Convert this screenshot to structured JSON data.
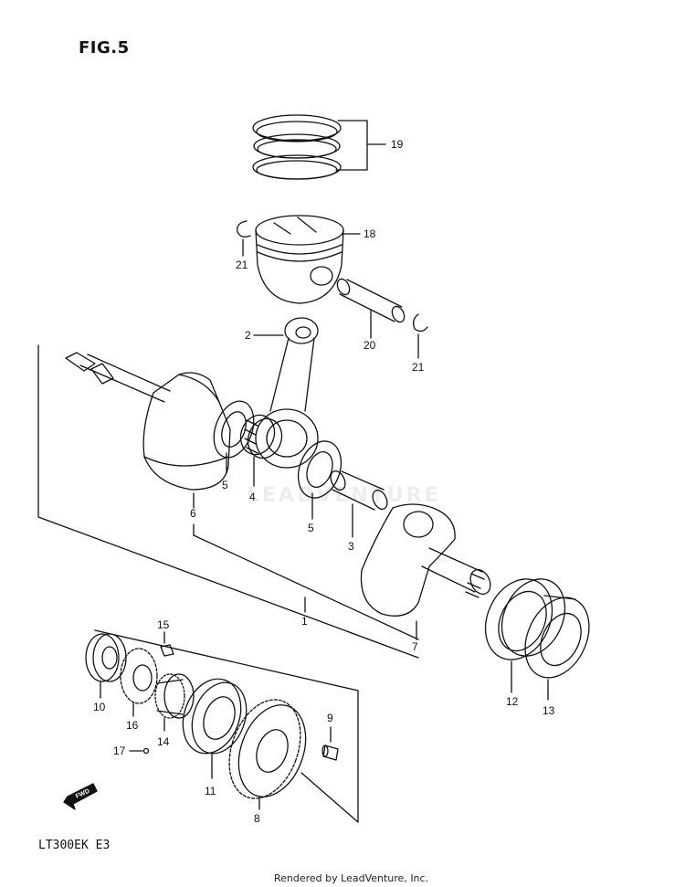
{
  "title": "FIG.5",
  "model_code": "LT300EK  E3",
  "footer": "Rendered by LeadVenture, Inc.",
  "watermark": "LEADVENTURE",
  "fwd_label": "FWD",
  "callouts": {
    "p1": "1",
    "p2": "2",
    "p3": "3",
    "p4": "4",
    "p5a": "5",
    "p5b": "5",
    "p6": "6",
    "p7": "7",
    "p8": "8",
    "p9": "9",
    "p10": "10",
    "p11": "11",
    "p12": "12",
    "p13": "13",
    "p14": "14",
    "p15": "15",
    "p16": "16",
    "p17": "17",
    "p18": "18",
    "p19": "19",
    "p20": "20",
    "p21a": "21",
    "p21b": "21"
  }
}
